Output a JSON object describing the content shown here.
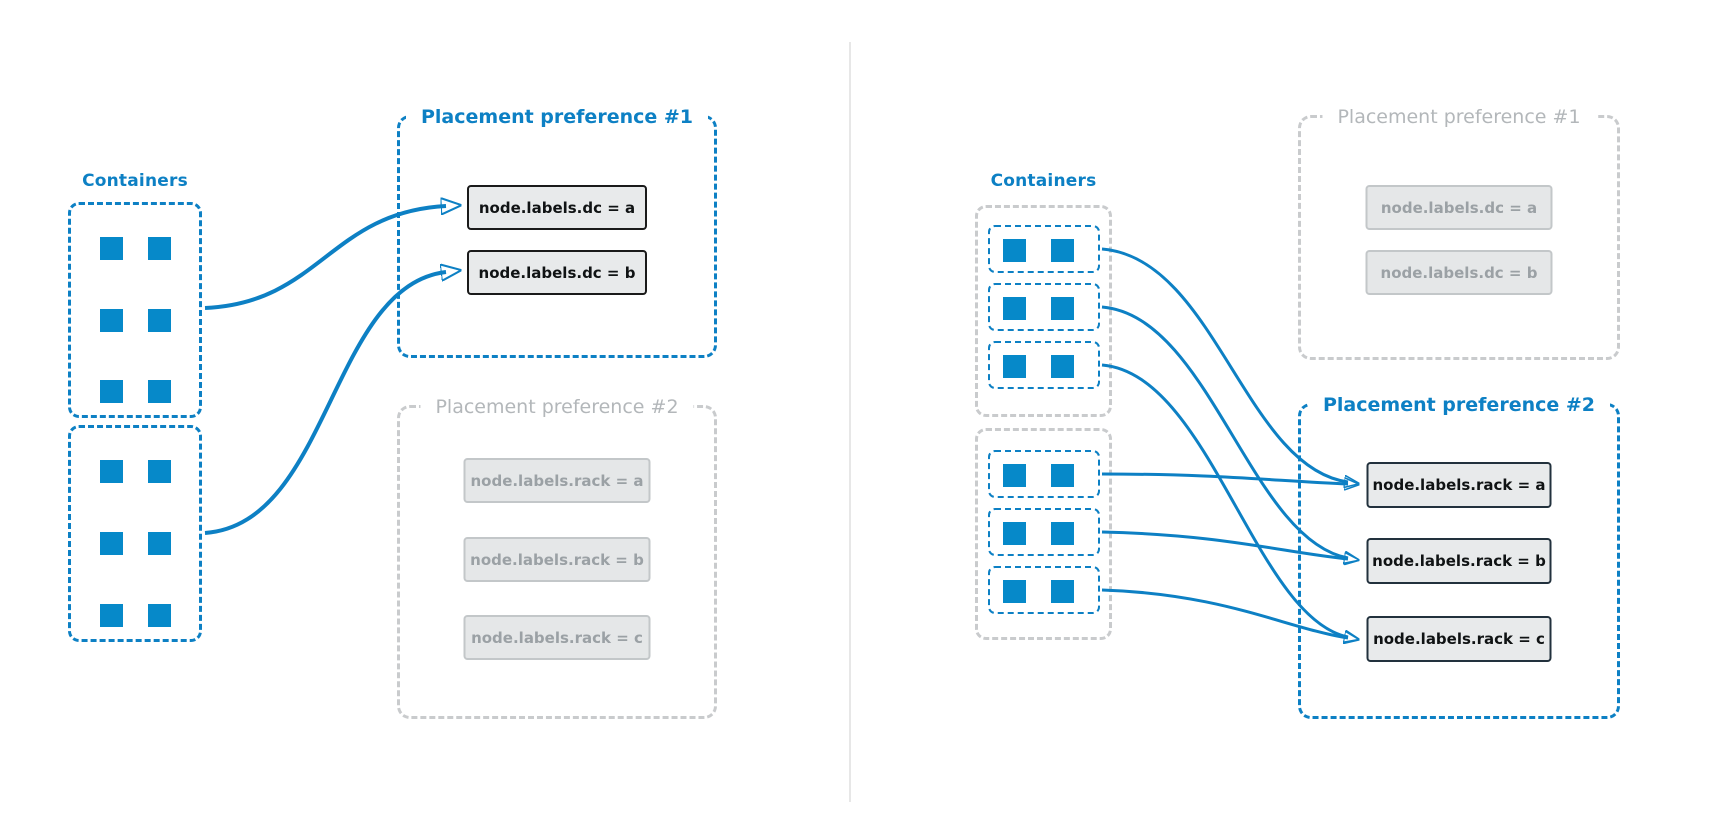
{
  "colors": {
    "accent_blue": "#0d80c4",
    "square_blue": "#0689c9",
    "inactive_dash_gray": "#c9cbcd",
    "inactive_title_gray": "#b3b7ba",
    "label_box_bg": "#e8eaeb",
    "label_box_border_black": "#1a1a1a",
    "label_box_border_dark": "#22313d",
    "inactive_item_bg": "#e5e7e8",
    "inactive_item_border": "#c3c7c9",
    "inactive_item_text": "#9ba1a5",
    "divider_gray": "#e7e7e7"
  },
  "left": {
    "containers_label": "Containers",
    "pp1": {
      "title": "Placement preference #1",
      "state": "active",
      "items": [
        "node.labels.dc = a",
        "node.labels.dc = b"
      ]
    },
    "pp2": {
      "title": "Placement preference #2",
      "state": "inactive",
      "items": [
        "node.labels.rack = a",
        "node.labels.rack = b",
        "node.labels.rack = c"
      ]
    }
  },
  "right": {
    "containers_label": "Containers",
    "pp1": {
      "title": "Placement preference #1",
      "state": "inactive",
      "items": [
        "node.labels.dc = a",
        "node.labels.dc = b"
      ]
    },
    "pp2": {
      "title": "Placement preference #2",
      "state": "active",
      "items": [
        "node.labels.rack = a",
        "node.labels.rack = b",
        "node.labels.rack = c"
      ]
    }
  }
}
